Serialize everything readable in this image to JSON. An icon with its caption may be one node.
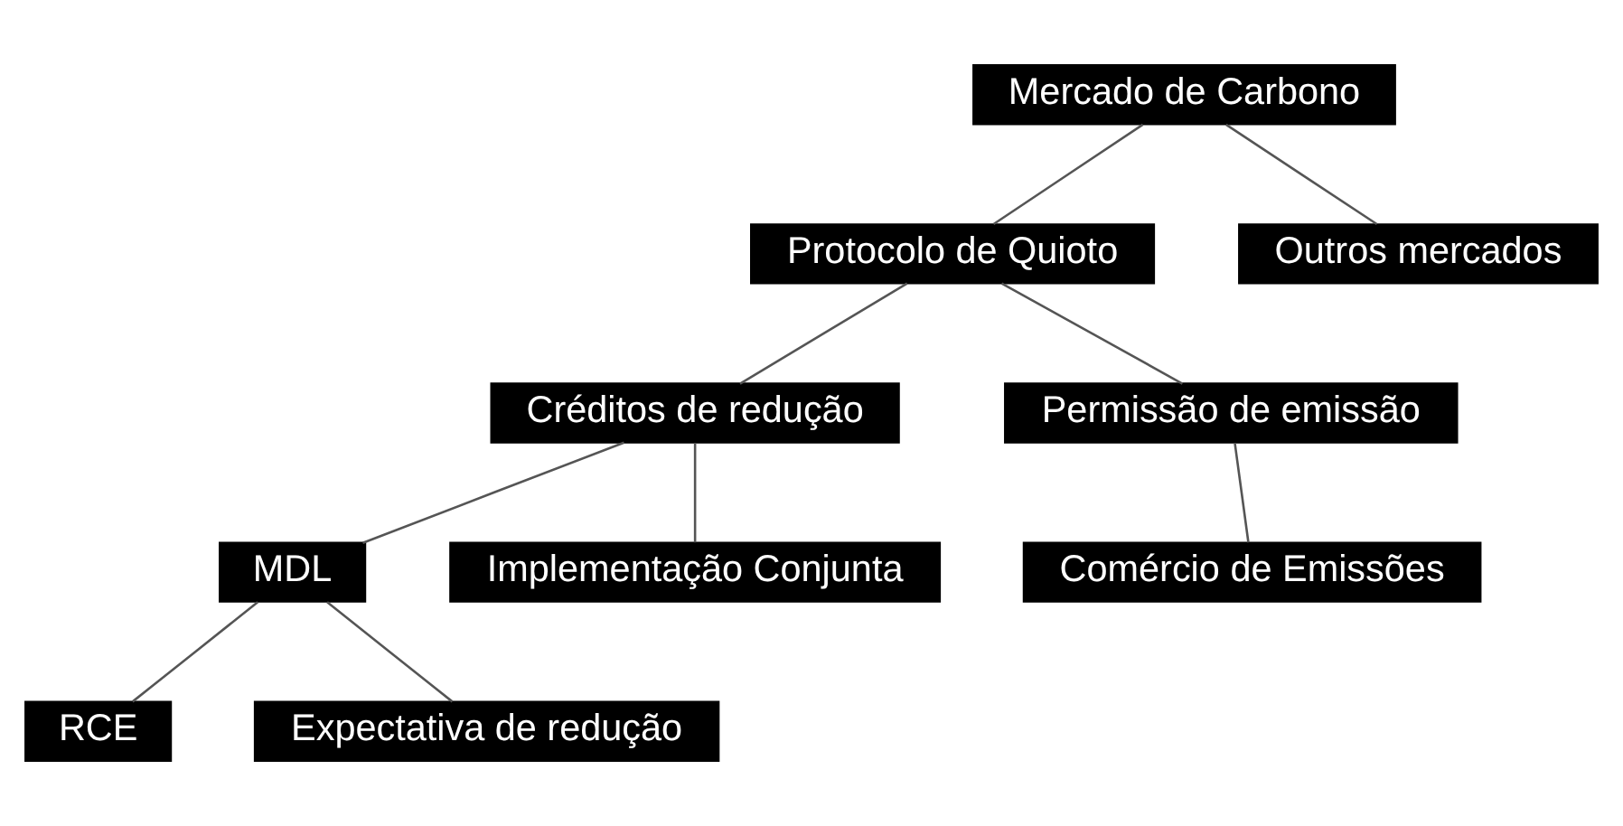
{
  "diagram": {
    "nodes": [
      {
        "text": [
          "Mercado de Carbono"
        ]
      },
      {
        "text": [
          "Protocolo de Quioto"
        ]
      },
      {
        "text": [
          "Outros mercados"
        ]
      },
      {
        "text": [
          "Créditos de redução"
        ]
      },
      {
        "text": [
          "Permissão de emissão"
        ]
      },
      {
        "text": [
          "MDL"
        ]
      },
      {
        "text": [
          "Implementação Conjunta"
        ]
      },
      {
        "text": [
          "Comércio de Emissões"
        ]
      },
      {
        "text": [
          "RCE"
        ]
      },
      {
        "text": [
          "Expectativa de redução"
        ]
      }
    ],
    "edges": [
      {
        "from": 0,
        "to": 1,
        "arrow": "none"
      },
      {
        "from": 0,
        "to": 2,
        "arrow": "none"
      },
      {
        "from": 1,
        "to": 3,
        "arrow": "none"
      },
      {
        "from": 1,
        "to": 4,
        "arrow": "none"
      },
      {
        "from": 3,
        "to": 5,
        "arrow": "none"
      },
      {
        "from": 3,
        "to": 6,
        "arrow": "none"
      },
      {
        "from": 4,
        "to": 7,
        "arrow": "none"
      },
      {
        "from": 5,
        "to": 8,
        "arrow": "none"
      },
      {
        "from": 5,
        "to": 9,
        "arrow": "none"
      }
    ]
  }
}
